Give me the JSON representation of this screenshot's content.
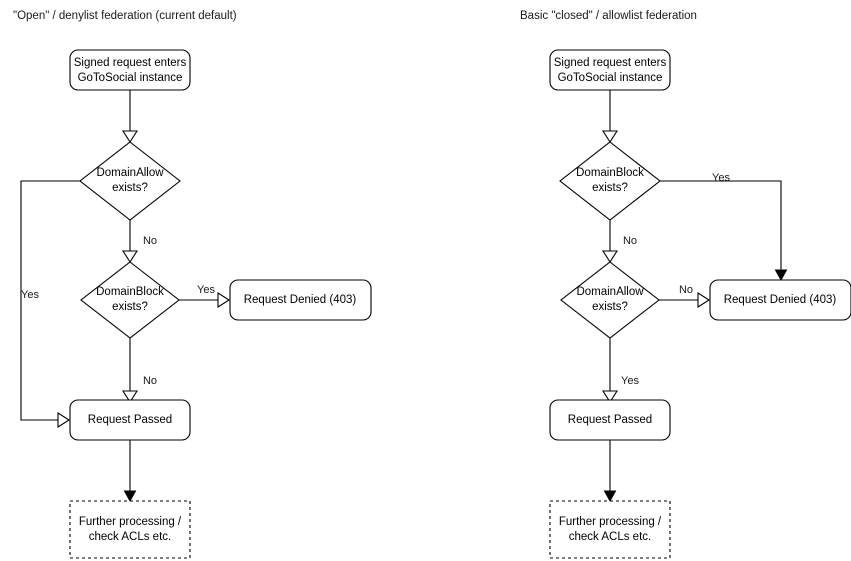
{
  "diagram": {
    "background_color": "#ffffff",
    "stroke_color": "#000000",
    "text_color": "#000000",
    "panels": [
      {
        "id": "open-denylist",
        "title": "\"Open\" / denylist federation (current default)",
        "nodes": {
          "start": {
            "label_line1": "Signed request enters",
            "label_line2": "GoToSocial instance",
            "shape": "rounded-rect"
          },
          "decision1": {
            "label_line1": "DomainAllow",
            "label_line2": "exists?",
            "shape": "diamond"
          },
          "decision2": {
            "label_line1": "DomainBlock",
            "label_line2": "exists?",
            "shape": "diamond"
          },
          "denied": {
            "label": "Request Denied (403)",
            "shape": "rounded-rect"
          },
          "passed": {
            "label": "Request Passed",
            "shape": "rounded-rect"
          },
          "further": {
            "label_line1": "Further processing /",
            "label_line2": "check ACLs etc.",
            "shape": "dashed-rect"
          }
        },
        "edge_labels": {
          "allow_yes": "Yes",
          "allow_no": "No",
          "block_yes": "Yes",
          "block_no": "No"
        }
      },
      {
        "id": "closed-allowlist",
        "title": "Basic \"closed\" / allowlist federation",
        "nodes": {
          "start": {
            "label_line1": "Signed request enters",
            "label_line2": "GoToSocial instance",
            "shape": "rounded-rect"
          },
          "decision1": {
            "label_line1": "DomainBlock",
            "label_line2": "exists?",
            "shape": "diamond"
          },
          "decision2": {
            "label_line1": "DomainAllow",
            "label_line2": "exists?",
            "shape": "diamond"
          },
          "denied": {
            "label": "Request Denied (403)",
            "shape": "rounded-rect"
          },
          "passed": {
            "label": "Request Passed",
            "shape": "rounded-rect"
          },
          "further": {
            "label_line1": "Further processing /",
            "label_line2": "check ACLs etc.",
            "shape": "dashed-rect"
          }
        },
        "edge_labels": {
          "block_yes": "Yes",
          "block_no": "No",
          "allow_no": "No",
          "allow_yes": "Yes"
        }
      }
    ]
  }
}
